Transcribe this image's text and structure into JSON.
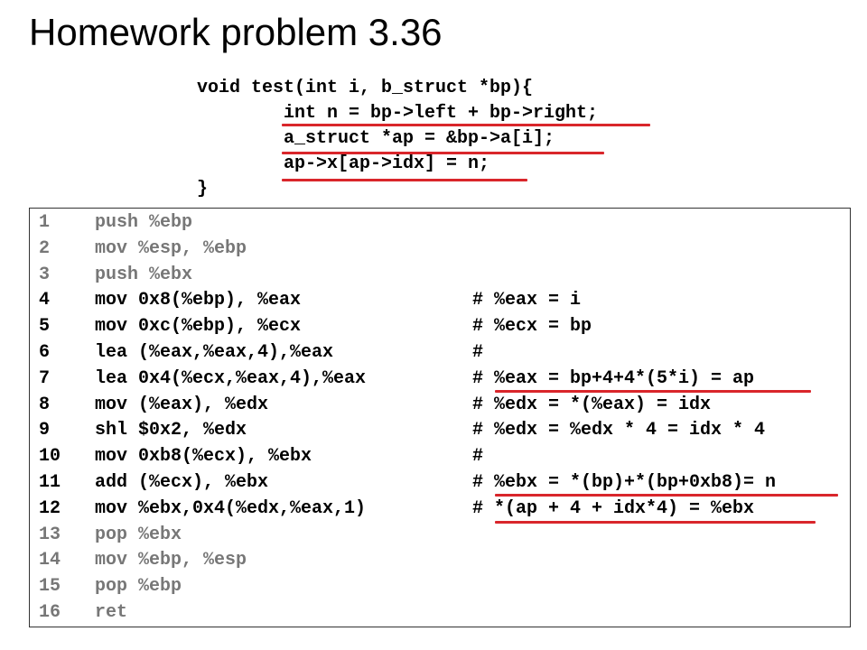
{
  "title": "Homework problem 3.36",
  "c_code": [
    "void test(int i, b_struct *bp){",
    "int n = bp->left + bp->right;",
    "a_struct *ap = &bp->a[i];",
    "ap->x[ap->idx] = n;",
    "}"
  ],
  "asm": [
    {
      "num": "1",
      "ins": "push %ebp",
      "cmt": "",
      "style": "gray"
    },
    {
      "num": "2",
      "ins": "mov %esp, %ebp",
      "cmt": "",
      "style": "gray"
    },
    {
      "num": "3",
      "ins": "push %ebx",
      "cmt": "",
      "style": "gray"
    },
    {
      "num": "4",
      "ins": "mov 0x8(%ebp), %eax",
      "cmt": "# %eax = i",
      "style": "black"
    },
    {
      "num": "5",
      "ins": "mov 0xc(%ebp), %ecx",
      "cmt": "# %ecx = bp",
      "style": "black"
    },
    {
      "num": "6",
      "ins": "lea (%eax,%eax,4),%eax",
      "cmt": "#",
      "style": "black"
    },
    {
      "num": "7",
      "ins": "lea 0x4(%ecx,%eax,4),%eax",
      "cmt": "# %eax = bp+4+4*(5*i) = ap",
      "style": "black"
    },
    {
      "num": "8",
      "ins": "mov (%eax), %edx",
      "cmt": "# %edx = *(%eax) = idx",
      "style": "black"
    },
    {
      "num": "9",
      "ins": "shl $0x2, %edx",
      "cmt": "# %edx = %edx * 4 = idx * 4",
      "style": "black"
    },
    {
      "num": "10",
      "ins": "mov 0xb8(%ecx), %ebx",
      "cmt": "#",
      "style": "black"
    },
    {
      "num": "11",
      "ins": "add (%ecx), %ebx",
      "cmt": "# %ebx = *(bp)+*(bp+0xb8)= n",
      "style": "black"
    },
    {
      "num": "12",
      "ins": "mov %ebx,0x4(%edx,%eax,1)",
      "cmt": "# *(ap + 4 + idx*4) = %ebx",
      "style": "black"
    },
    {
      "num": "13",
      "ins": "pop %ebx",
      "cmt": "",
      "style": "gray"
    },
    {
      "num": "14",
      "ins": "mov %ebp, %esp",
      "cmt": "",
      "style": "gray"
    },
    {
      "num": "15",
      "ins": "pop %ebp",
      "cmt": "",
      "style": "gray"
    },
    {
      "num": "16",
      "ins": "ret",
      "cmt": "",
      "style": "gray"
    }
  ],
  "colors": {
    "underline": "#d9262b",
    "dim_text": "#777777",
    "text": "#000000"
  }
}
